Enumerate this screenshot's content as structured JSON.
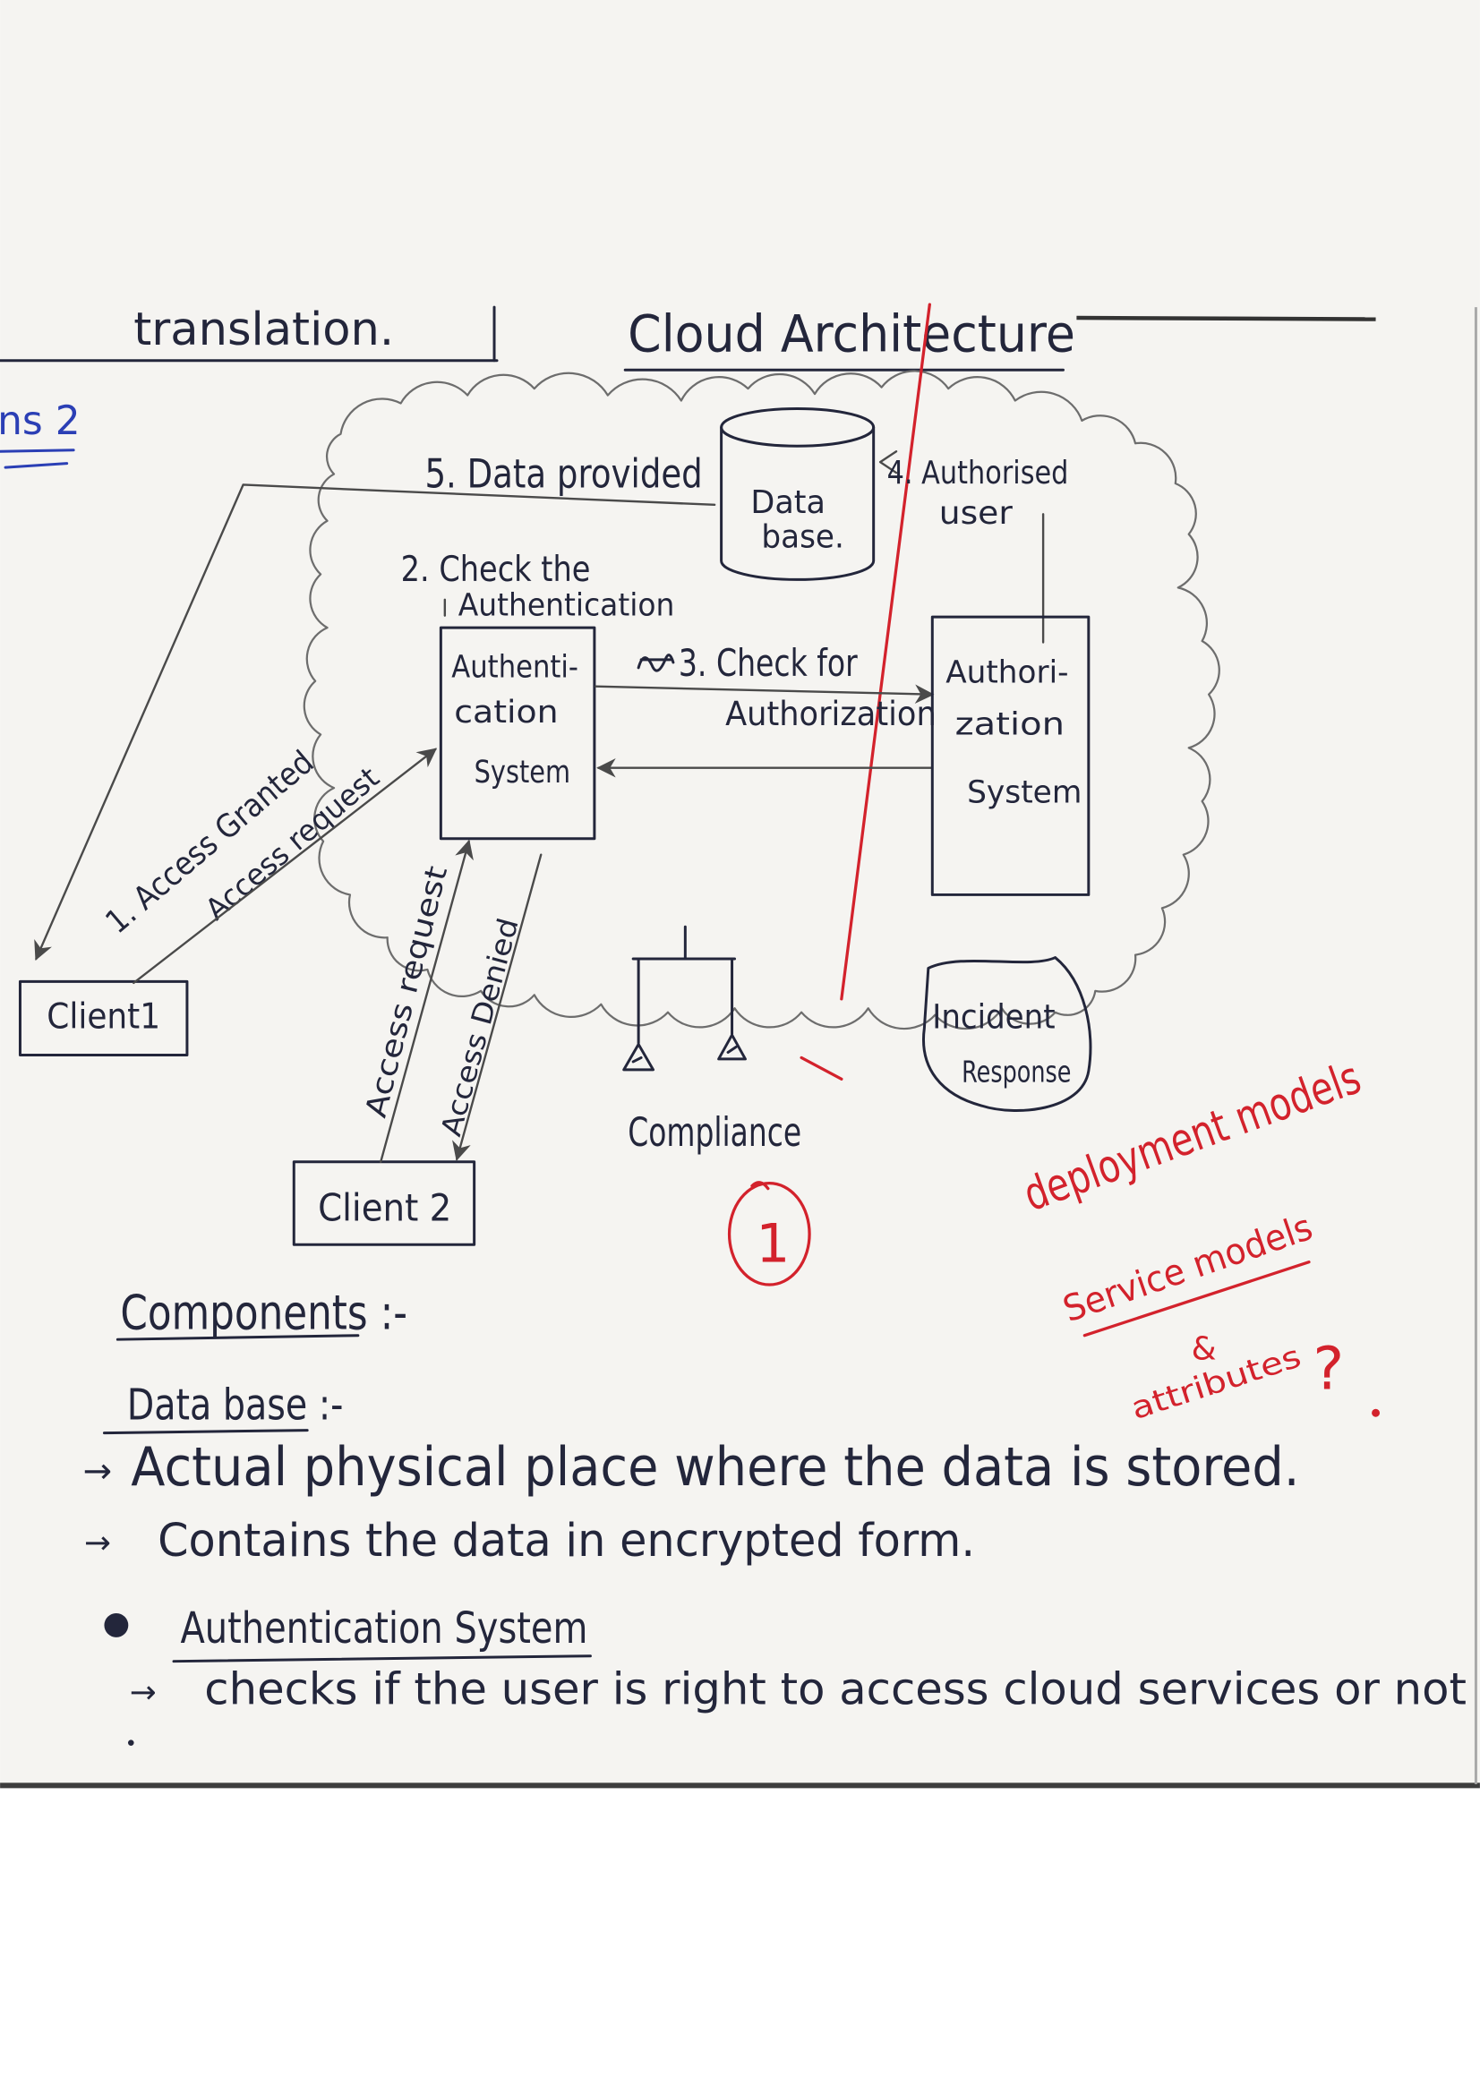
{
  "page": {
    "header_left": "translation.",
    "title": "Cloud Architecture",
    "margin_note": "ns 2"
  },
  "diagram": {
    "database": {
      "line1": "Data",
      "line2": "base."
    },
    "authentication_system": {
      "line1": "Authenti-",
      "line2": "cation",
      "line3": "System"
    },
    "authorization_system": {
      "line1": "Authori-",
      "line2": "zation",
      "line3": "System"
    },
    "client1": "Client1",
    "client2": "Client 2",
    "compliance": "Compliance",
    "incident_response": {
      "line1": "Incident",
      "line2": "Response"
    },
    "steps": {
      "access_granted": "1. Access Granted",
      "access_request_client1": "Access request",
      "check_authentication_line1": "2. Check the",
      "check_authentication_line2": "Authentication",
      "check_authorization_line1": "3. Check for",
      "check_authorization_line2": "Authorization",
      "authorised_user_line1": "4. Authorised",
      "authorised_user_line2": "user",
      "data_provided": "5. Data provided",
      "access_request_client2": "Access request",
      "access_denied": "Access Denied"
    }
  },
  "annotations": {
    "circled_number": "1",
    "deployment_models": "deployment models",
    "service_models": "Service models",
    "ampersand": "&",
    "attributes": "attributes",
    "question_mark": "?"
  },
  "notes": {
    "arrow_bullet": "→",
    "components_heading": "Components :-",
    "database_heading": "Data base :-",
    "database_points": [
      "Actual physical place where the data is stored.",
      "Contains the data in encrypted form."
    ],
    "authentication_heading": "Authentication System",
    "authentication_points": [
      "checks if the user is right to access cloud services or not"
    ]
  },
  "colors": {
    "ink": "#23263b",
    "red_ink": "#d3222c",
    "blue_ink": "#2b3fb5",
    "pencil": "#6d6d6d",
    "paper": "#f5f4f1"
  }
}
